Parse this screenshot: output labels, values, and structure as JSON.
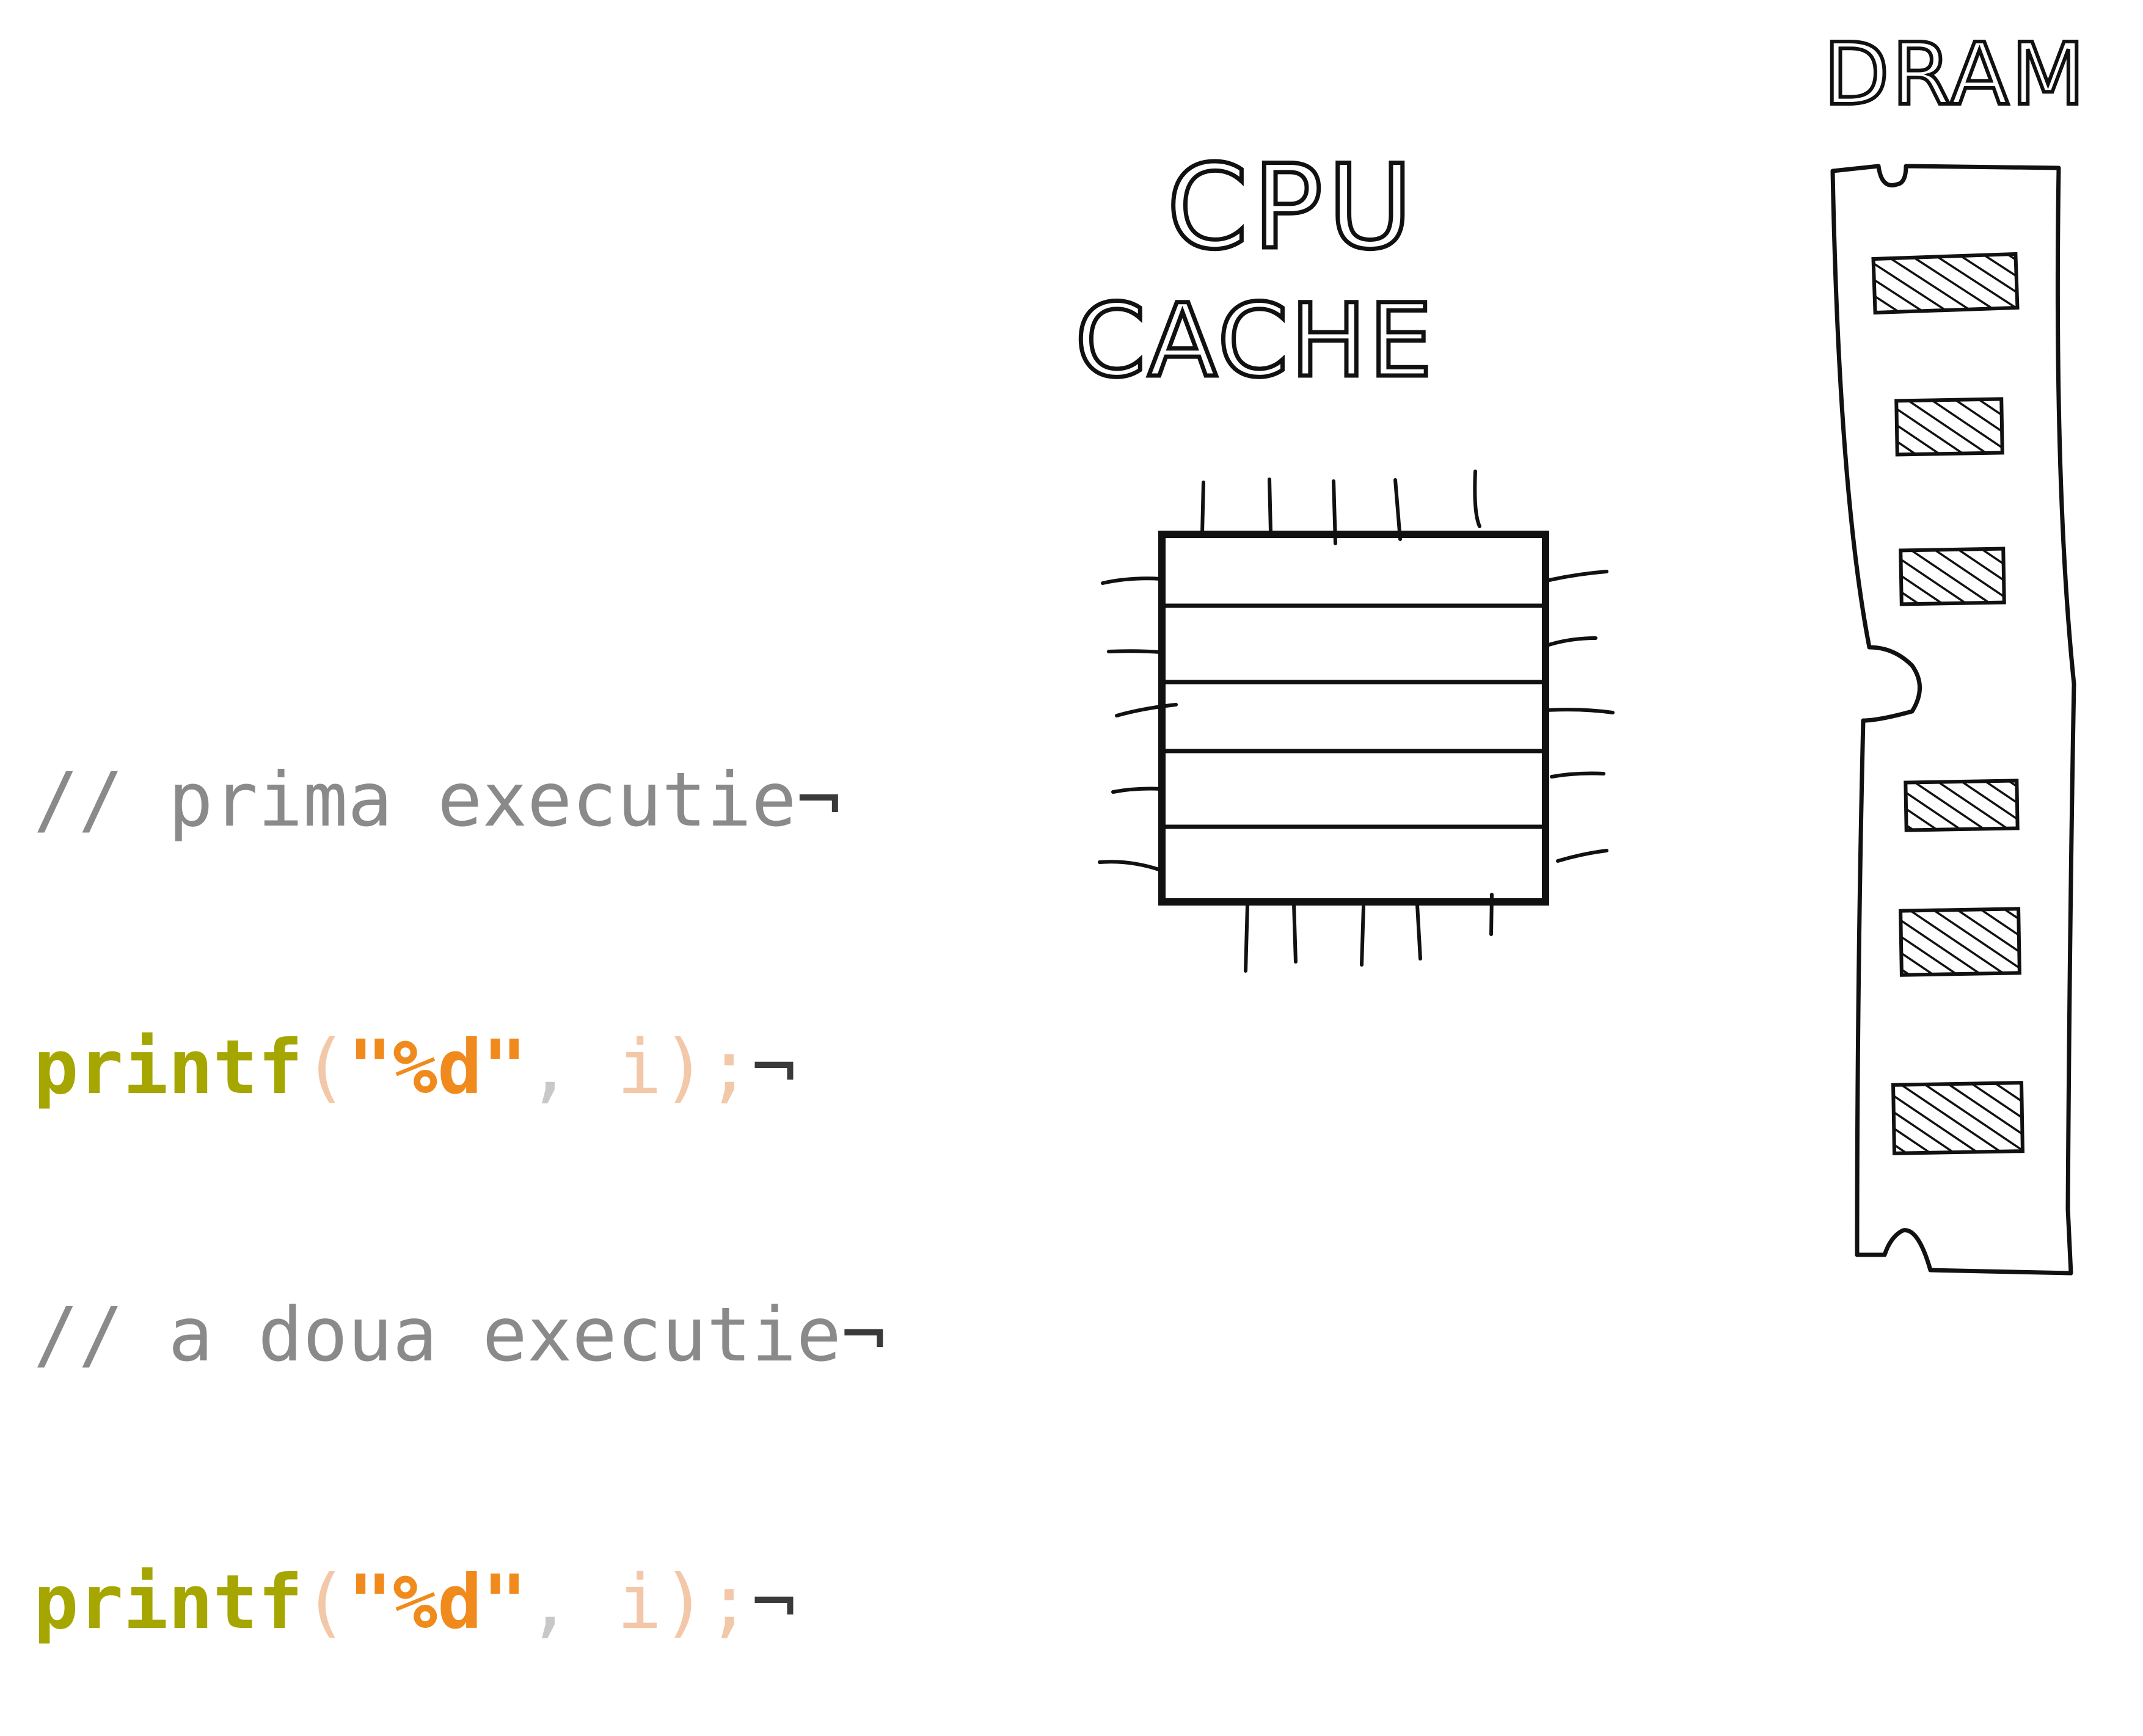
{
  "code": {
    "lines": [
      {
        "type": "comment",
        "text": "// prima executie"
      },
      {
        "type": "call",
        "fn": "printf",
        "open": "(",
        "str": "\"%d\"",
        "sep": ", ",
        "arg": "i",
        "close": ");"
      },
      {
        "type": "comment",
        "text": "// a doua executie"
      },
      {
        "type": "call",
        "fn": "printf",
        "open": "(",
        "str": "\"%d\"",
        "sep": ", ",
        "arg": "i",
        "close": ");"
      }
    ],
    "eol_marker": "¬"
  },
  "labels": {
    "cpu": "CPU",
    "cache": "CACHE",
    "dram": "DRAM"
  },
  "colors": {
    "comment": "#8a8a8a",
    "function": "#a6a600",
    "string": "#f08a1c",
    "punctuation": "#f2c8a8",
    "ink": "#111111"
  }
}
